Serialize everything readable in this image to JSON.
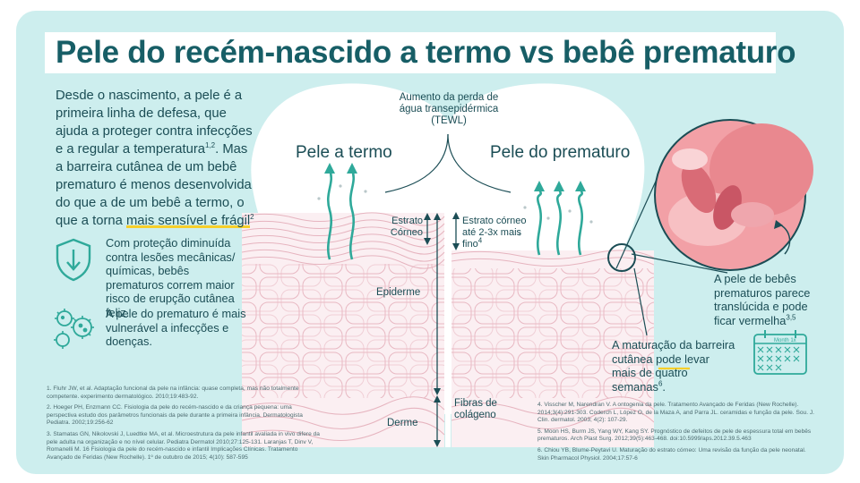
{
  "title": "Pele do recém-nascido a termo vs bebê prematuro",
  "intro": {
    "p1": "Desde o nascimento, a pele é a primeira linha de defesa, que ajuda a proteger contra infecções e a regular a temperatura",
    "sup1": "1,2",
    "p2": ". Mas a barreira cutânea de um bebê prematuro é menos desenvolvida do que a de um bebê a termo, o que a torna ",
    "highlight": "mais sensível e frágil",
    "sup2": "2"
  },
  "features": [
    {
      "icon": "shield-arrow-icon",
      "text": "Com proteção diminuída contra lesões mecânicas/ químicas, bebês prematuros correm maior risco de erupção cutânea feliz."
    },
    {
      "icon": "virus-icon",
      "text": "A pele do prematuro é mais vulnerável a infecções e doenças."
    }
  ],
  "diagram": {
    "tewl": "Aumento da perda de água transepidérmica (TEWL)",
    "term_title": "Pele a termo",
    "premature_title": "Pele do prematuro",
    "estrato_corneo": "Estrato Córneo",
    "estrato_premature": "Estrato córneo até 2-3x mais fino",
    "estrato_premature_sup": "4",
    "epiderme": "Epiderme",
    "derme": "Derme",
    "fibras": "Fibras de colágeno"
  },
  "photo_caption": "A pele de bebês prematuros parece translúcida e pode ficar vermelha",
  "photo_caption_sup": "3,5",
  "calendar_label": "Month 1x",
  "maturation": {
    "before": "A maturação da barreira cutânea pode levar mais de ",
    "highlight": "quatro semanas",
    "sup": "6",
    "after": "."
  },
  "refs_left": [
    "1. Fluhr JW, et al. Adaptação funcional da pele na infância: quase completa, mas não totalmente competente. experimento dermatológico. 2010;19:483-92.",
    "2. Hoeger PH, Enzmann CC. Fisiologia da pele do recém-nascido e da criança pequena: uma perspectiva estudo dos parâmetros funcionais da pele durante a primeira infância. Dermatologista Pediatra. 2002;19:256-62",
    "3. Stamatas GN, Nikolovski J, Luedtke MA, et al. Microestrutura da pele infantil avaliada in vivo difere da pele adulta na organização e no nível celular. Pediatra Dermatol 2010;27:125-131. Laranjas T, Dinv V, Romanelli M. 16 Fisiologia da pele do recém-nascido e infantil Implicações Clínicas. Tratamento Avançado de Feridas (New Rochelle). 1º de outubro de 2015; 4(10): 587-595"
  ],
  "refs_right": [
    "4. Visscher M, Narendran V. A ontogenia da pele. Tratamento Avançado de Feridas (New Rochelle). 2014;3(4):291-303. Coderch L, López O, de la Maza A, and Parra JL. ceramidas e função da pele. Sou. J. Clin. dermatol. 2003; 4(2): 107-29.",
    "5. Moon HS, Burm JS, Yang WY, Kang SY. Prognóstico de defeitos de pele de espessura total em bebês prematuros. Arch Plast Surg. 2012;39(5):463-468. doi:10.5999/aps.2012.39.5.463",
    "6. Chiou YB, Blume-Peytavi U. Maturação do estrato córneo: Uma revisão da função da pele neonatal. Skin Pharmacol Physiol. 2004;17:57-6"
  ],
  "colors": {
    "background": "#cdeeee",
    "title": "#175e66",
    "text": "#1b4d55",
    "arrow": "#2fa99a",
    "highlight": "#f6cf2a",
    "skin_line": "#e6b4bf"
  }
}
